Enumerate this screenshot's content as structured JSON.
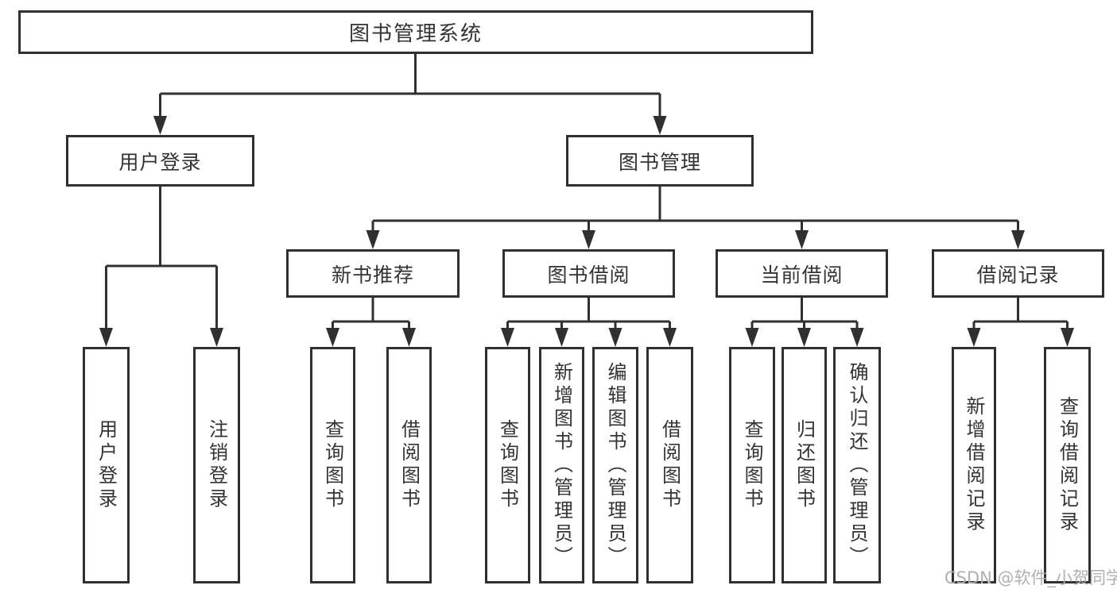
{
  "nodes": {
    "root": "图书管理系统",
    "user_login": "用户登录",
    "book_management": "图书管理",
    "new_book_recommend": "新书推荐",
    "book_borrow": "图书借阅",
    "current_borrow": "当前借阅",
    "borrow_record": "借阅记录",
    "leaf_user_login": "用户登录",
    "leaf_logout": "注销登录",
    "leaf_nbr_query_book": "查询图书",
    "leaf_nbr_borrow_book": "借阅图书",
    "leaf_bb_query_book": "查询图书",
    "leaf_bb_add_book_admin": "新增图书（管理员）",
    "leaf_bb_edit_book_admin": "编辑图书（管理员）",
    "leaf_bb_borrow_book": "借阅图书",
    "leaf_cb_query_book": "查询图书",
    "leaf_cb_return_book": "归还图书",
    "leaf_cb_confirm_return_admin": "确认归还（管理员）",
    "leaf_br_add_record": "新增借阅记录",
    "leaf_br_query_record": "查询借阅记录"
  },
  "watermark": "CSDN @软件_小贺同学",
  "colors": {
    "line": "#303030",
    "text": "#333333",
    "watermark": "#b0b0b0",
    "background": "#ffffff"
  }
}
